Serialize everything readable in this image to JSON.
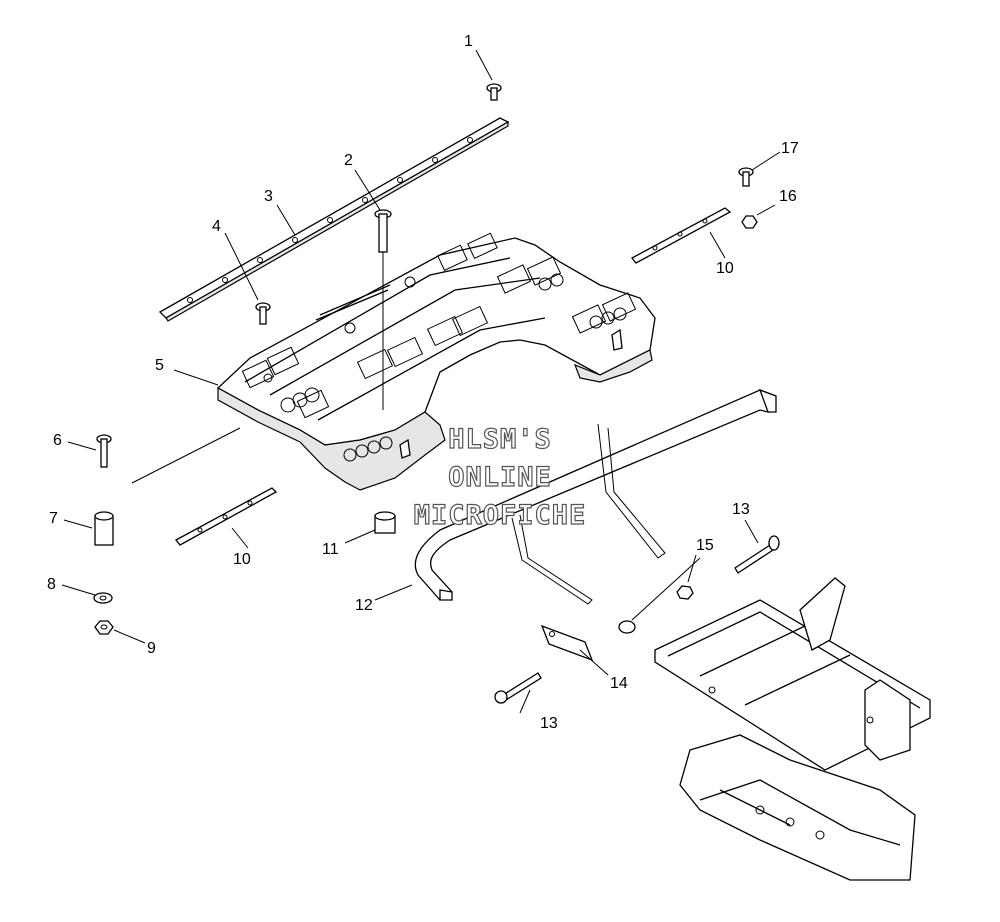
{
  "diagram": {
    "callouts": [
      "1",
      "2",
      "3",
      "4",
      "5",
      "6",
      "7",
      "8",
      "9",
      "10",
      "10",
      "11",
      "12",
      "13",
      "13",
      "14",
      "15",
      "16",
      "17"
    ],
    "watermark": [
      "HLSM'S",
      "ONLINE",
      "MICROFICHE"
    ]
  }
}
